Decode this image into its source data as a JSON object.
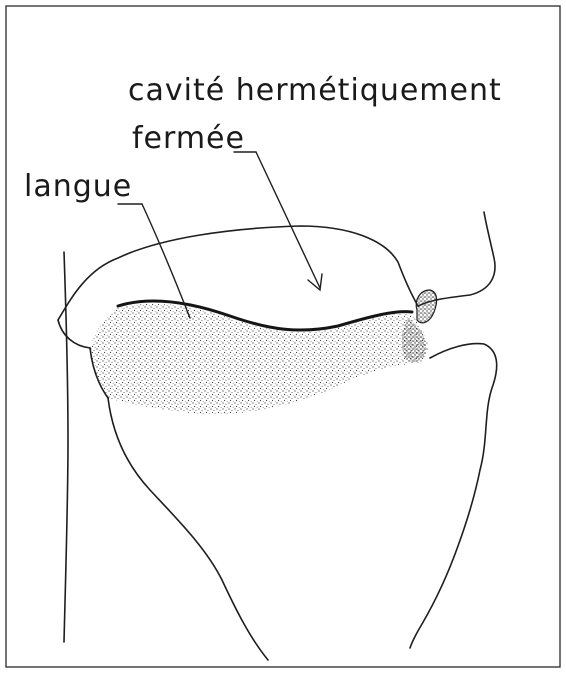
{
  "labels": {
    "cavity_line1": "cavité hermétiquement",
    "cavity_line2": "fermée",
    "tongue": "langue"
  },
  "colors": {
    "line": "#1e1e1e",
    "stipple": "#4a4a4a",
    "background": "#ffffff"
  }
}
